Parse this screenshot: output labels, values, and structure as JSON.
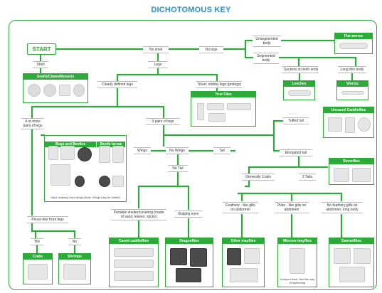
{
  "title": "DICHOTOMOUS KEY",
  "start": "START",
  "labels": {
    "shell": "Shell",
    "no_shell": "No shell",
    "no_legs": "No legs",
    "legs": "Legs",
    "unsegmented_body": "Unsegmented body",
    "segmented_body": "Segmented body",
    "suckers": "Suckers on both ends",
    "long_thin": "Long thin body",
    "clearly_defined_legs": "Clearly defined legs",
    "short_stubby_legs": "Short, stubby legs (prolegs)",
    "four_or_more": "4 or more pairs of legs",
    "three_pairs": "3 pairs of legs",
    "tufted_tail": "Tufted tail",
    "wings": "Wings",
    "no_wings": "No Wings",
    "tail": "Tail",
    "no_tail": "No Tail",
    "elongated_tail": "Elongated tail",
    "generally_3_tails": "Generally 3 tails",
    "two_tails": "2 Tails",
    "feathery_gills": "Feathery - like gills on abdomen",
    "plate_gills": "Plate - like gills on abdomen",
    "no_feathery_gills": "No feathery gills on abdomen; long body",
    "portable_shelter": "Portable shelter/covering (made of sand, leaves, sticks)",
    "bulging_eyes": "Bulging eyes",
    "pincer_front_legs": "Pincer-like front legs",
    "yes": "Yes",
    "no": "No"
  },
  "cards": {
    "snails": "Snails/Clams/Mussels",
    "flatworms": "Flat worms",
    "leeches": "Leeches",
    "worms": "Worms",
    "true_flies": "True Flies",
    "uncased_caddisflies": "Uncased Caddisflies",
    "bugs_beetles": "Bugs and Beetles",
    "beetle_larvae": "Beetle larvae",
    "bugs_note": "Hard, leathery front wings (Note: Wings may be folded)",
    "stoneflies": "Stoneflies",
    "cased_caddisflies": "Cased caddisflies",
    "dragonflies": "Dragonflies",
    "other_mayflies": "Other mayflies",
    "minnow_mayflies": "Minnow mayflies",
    "minnow_note": "Humped back, fish-like way of swimming",
    "damselflies": "Damselflies",
    "crabs": "Crabs",
    "shrimps": "Shrimps"
  },
  "colors": {
    "accent": "#2eaa3a",
    "title": "#2a8fd0"
  }
}
